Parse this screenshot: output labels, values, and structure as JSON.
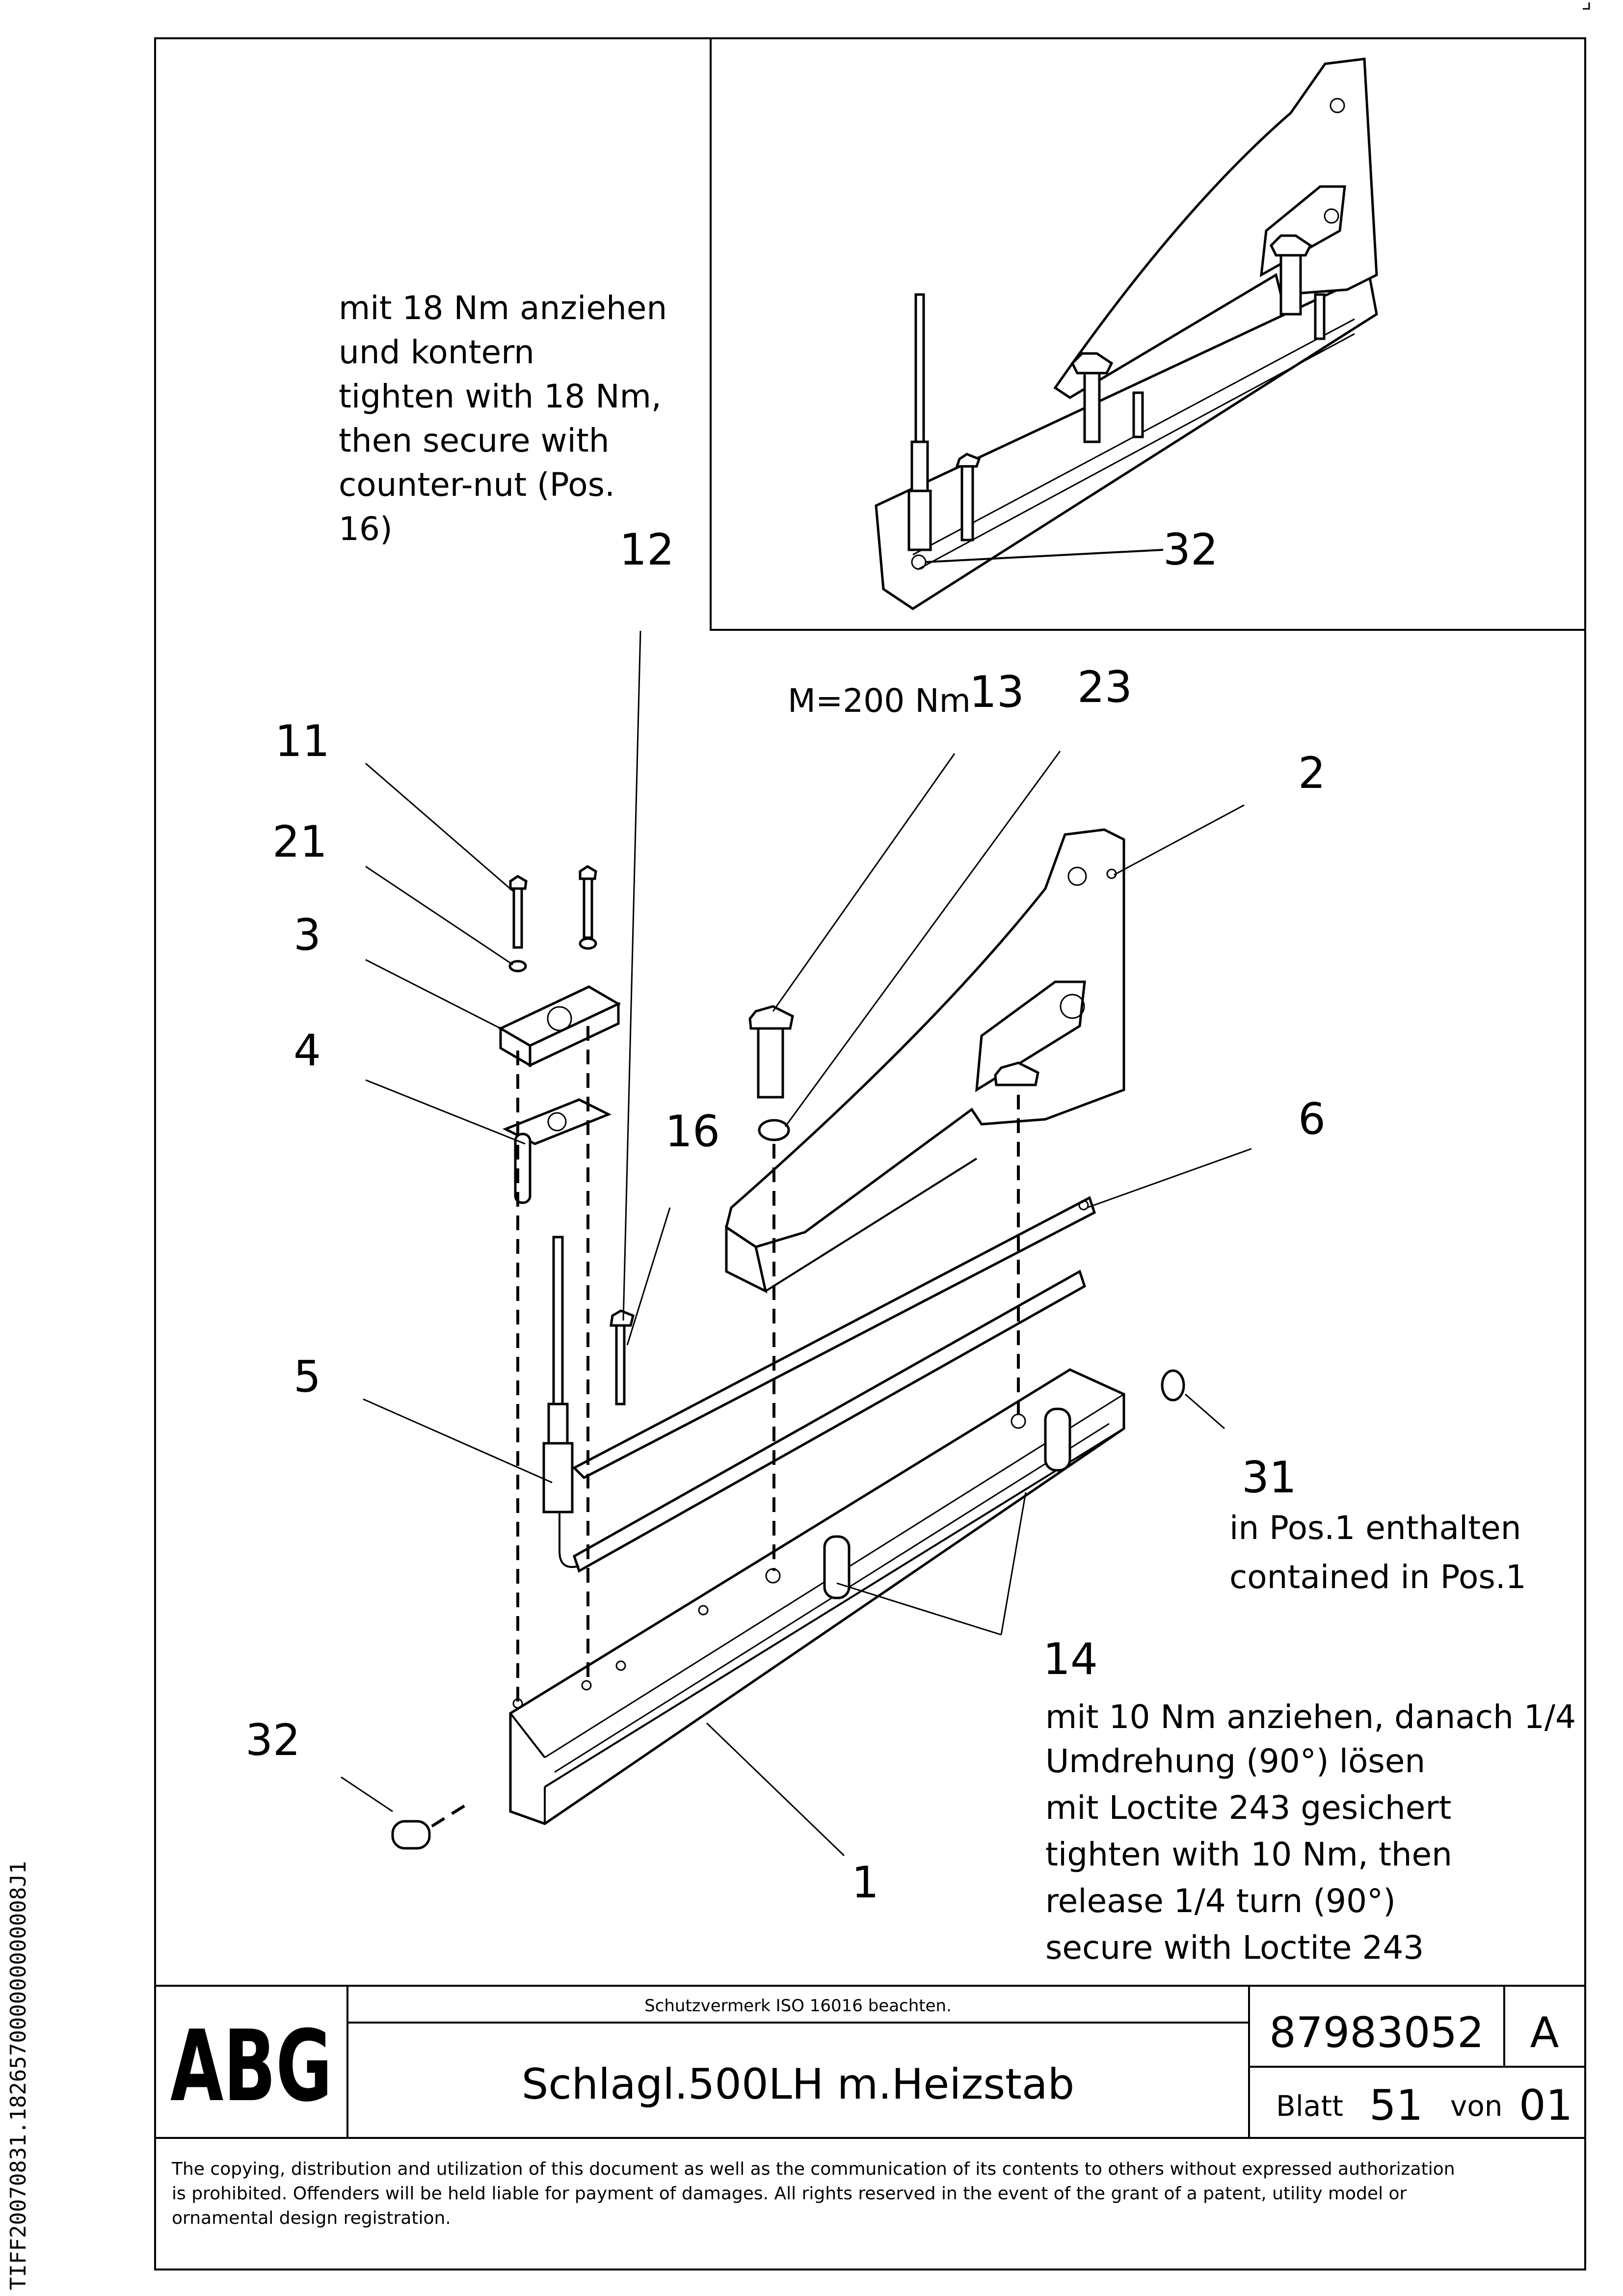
{
  "side_code": "TIFF20070831.182657000000000008J1",
  "notes": {
    "torque_counter_nut": [
      "mit 18 Nm anziehen",
      "und kontern",
      "tighten with 18 Nm,",
      "then secure with",
      "counter-nut (Pos.",
      "16)"
    ],
    "torque_200": "M=200 Nm",
    "pos31_note": [
      "in Pos.1 enthalten",
      "contained in Pos.1"
    ],
    "pos14_note": [
      "mit 10 Nm anziehen, danach 1/4",
      "Umdrehung (90°) lösen",
      "mit Loctite 243 gesichert",
      "tighten with 10 Nm, then",
      "release 1/4 turn (90°)",
      "secure with Loctite 243"
    ]
  },
  "callouts": {
    "c11": "11",
    "c21": "21",
    "c3": "3",
    "c4": "4",
    "c5": "5",
    "c12": "12",
    "c16": "16",
    "c13": "13",
    "c23": "23",
    "c2": "2",
    "c6": "6",
    "c31": "31",
    "c14": "14",
    "c32": "32",
    "c1": "1",
    "c32_detail": "32"
  },
  "title_block": {
    "logo": "ABG",
    "protection_note": "Schutzvermerk ISO 16016 beachten.",
    "title": "Schlagl.500LH m.Heizstab",
    "drawing_number": "87983052",
    "revision": "A",
    "sheet_label": "Blatt",
    "sheet_number": "51",
    "of_label": "von",
    "sheet_total": "01"
  },
  "legal": [
    "The copying, distribution and utilization of this document as well as the communication of its contents to others without expressed authorization",
    "is prohibited. Offenders will be held liable for payment of damages. All rights reserved in the event of the grant of a patent, utility model or",
    "ornamental design registration."
  ]
}
